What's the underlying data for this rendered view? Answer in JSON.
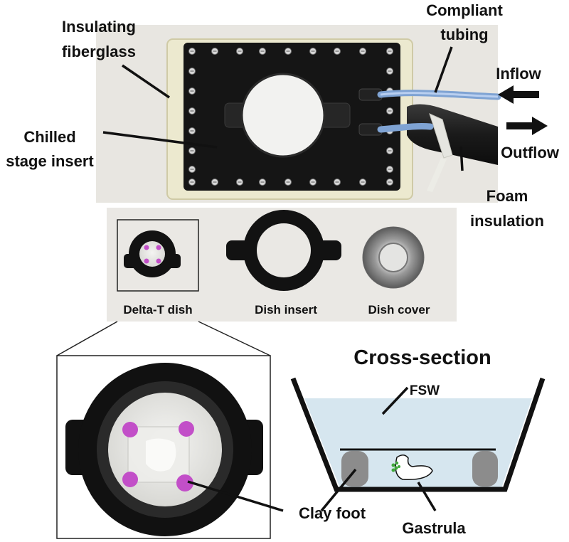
{
  "labels": {
    "insulating_line1": "Insulating",
    "insulating_line2": "fiberglass",
    "chilled_line1": "Chilled",
    "chilled_line2": "stage insert",
    "compliant_line1": "Compliant",
    "compliant_line2": "tubing",
    "inflow": "Inflow",
    "outflow": "Outflow",
    "foam_line1": "Foam",
    "foam_line2": "insulation",
    "delta_t_dish": "Delta-T dish",
    "dish_insert": "Dish insert",
    "dish_cover": "Dish cover",
    "clay_foot": "Clay foot",
    "cross_section_title": "Cross-section",
    "fsw": "FSW",
    "gastrula": "Gastrula"
  },
  "colors": {
    "photo_background": "#e8e6e1",
    "fiberglass": "#ece9cf",
    "black_part": "#151515",
    "tubing_blue": "#7fa3d3",
    "clay_purple": "#c24fc8",
    "water": "#d6e6ef",
    "clay_gray": "#8c8c8c",
    "gastrula_green": "#3fa83a"
  }
}
